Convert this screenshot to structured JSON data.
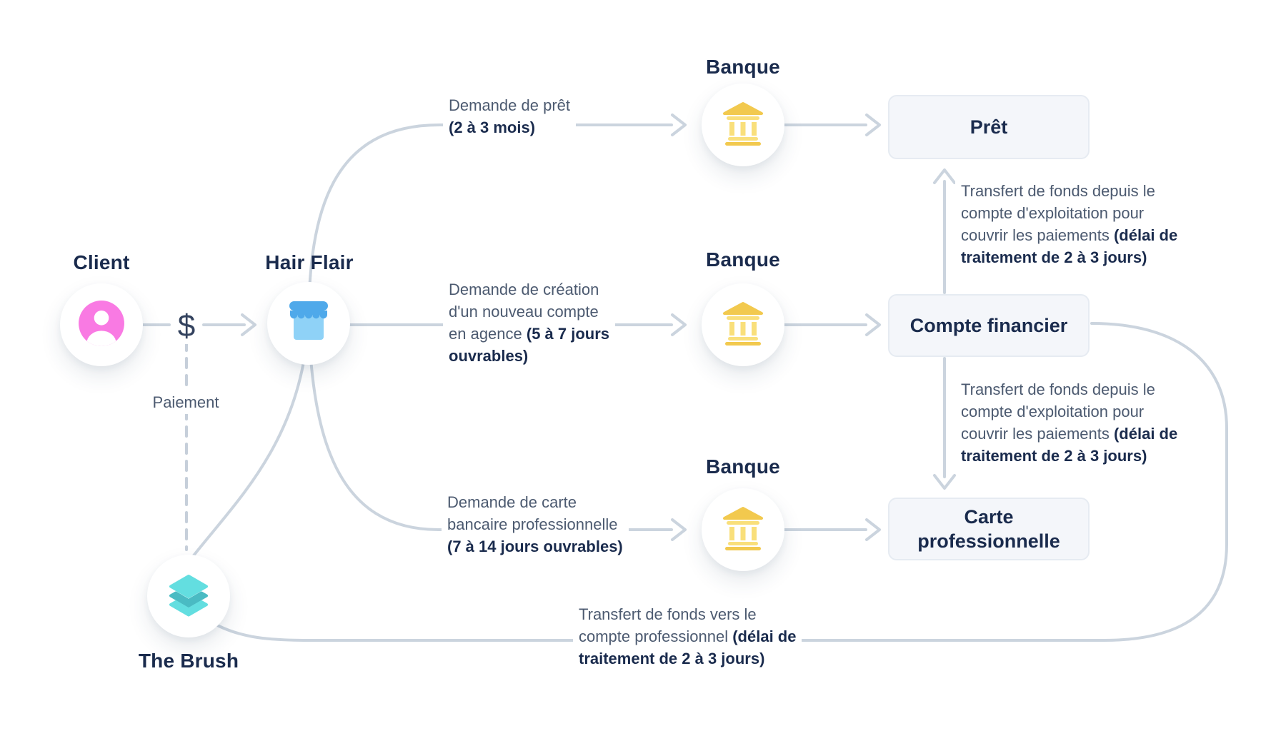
{
  "nodes": {
    "client": {
      "label": "Client"
    },
    "hair_flair": {
      "label": "Hair Flair"
    },
    "banque_top": {
      "label": "Banque"
    },
    "banque_middle": {
      "label": "Banque"
    },
    "banque_bottom": {
      "label": "Banque"
    },
    "the_brush": {
      "label": "The Brush"
    }
  },
  "boxes": {
    "pret": {
      "label": "Prêt"
    },
    "compte_financier": {
      "label": "Compte financier"
    },
    "carte_professionnelle": {
      "label": "Carte professionnelle"
    }
  },
  "flows": {
    "payment_symbol": "$",
    "payment_label": "Paiement"
  },
  "annotations": {
    "loan_request": {
      "lines": [
        {
          "normal": "Demande de prêt",
          "bold": ""
        },
        {
          "normal": "",
          "bold": "(2 à 3 mois)"
        }
      ]
    },
    "account_request": {
      "lines": [
        {
          "normal": "Demande de création",
          "bold": ""
        },
        {
          "normal": "d'un nouveau compte",
          "bold": ""
        },
        {
          "normal": "en agence ",
          "bold": "(5 à 7 jours"
        },
        {
          "normal": "",
          "bold": "ouvrables)"
        }
      ]
    },
    "card_request": {
      "lines": [
        {
          "normal": "Demande de carte",
          "bold": ""
        },
        {
          "normal": "bancaire professionnelle",
          "bold": ""
        },
        {
          "normal": "",
          "bold": "(7 à 14 jours ouvrables)"
        }
      ]
    },
    "transfer_to_pret": {
      "lines": [
        {
          "normal": "Transfert de fonds depuis le",
          "bold": ""
        },
        {
          "normal": "compte d'exploitation pour",
          "bold": ""
        },
        {
          "normal": "couvrir les paiements ",
          "bold": "(délai de"
        },
        {
          "normal": "",
          "bold": "traitement de 2 à 3 jours)"
        }
      ]
    },
    "transfer_to_carte": {
      "lines": [
        {
          "normal": "Transfert de fonds depuis le",
          "bold": ""
        },
        {
          "normal": "compte d'exploitation pour",
          "bold": ""
        },
        {
          "normal": "couvrir les paiements ",
          "bold": "(délai de"
        },
        {
          "normal": "",
          "bold": "traitement de 2 à 3 jours)"
        }
      ]
    },
    "transfer_from_brush": {
      "lines": [
        {
          "normal": "Transfert de fonds vers le",
          "bold": ""
        },
        {
          "normal": "compte professionnel ",
          "bold": "(délai de"
        },
        {
          "normal": "",
          "bold": "traitement de 2 à 3 jours)"
        }
      ]
    }
  },
  "icons": {
    "client": "user-icon",
    "hair_flair": "storefront-icon",
    "banque": "bank-icon",
    "the_brush": "layers-icon"
  },
  "colors": {
    "heading_text": "#1A2B4D",
    "body_text": "#4C5A70",
    "line": "#CBD4DE",
    "box_bg": "#F4F6FA",
    "box_border": "#E6EBF2",
    "person_pink": "#F97AE3",
    "store_blue_dark": "#4FA9EA",
    "store_blue_light": "#8FD2F7",
    "bank_gold_dark": "#F2C94E",
    "bank_gold_light": "#F9DF7B",
    "brush_teal_light": "#63DEE0",
    "brush_teal_dark": "#4ABBC3"
  }
}
